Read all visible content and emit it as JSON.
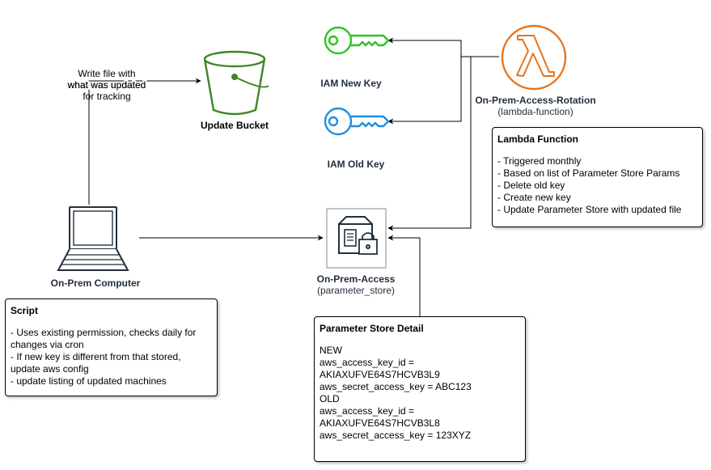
{
  "nodes": {
    "update_bucket": {
      "label": "Update Bucket"
    },
    "iam_new_key": {
      "label": "IAM New Key"
    },
    "iam_old_key": {
      "label": "IAM Old Key"
    },
    "lambda": {
      "label": "On-Prem-Access-Rotation",
      "sublabel": "(lambda-function)"
    },
    "on_prem_computer": {
      "label": "On-Prem Computer"
    },
    "parameter_store": {
      "label": "On-Prem-Access",
      "sublabel": "(parameter_store)"
    }
  },
  "edge_labels": {
    "write_file": [
      "Write file with",
      "what was updated",
      "for tracking"
    ]
  },
  "notes": {
    "lambda_function": {
      "title": "Lambda Function",
      "lines": [
        "- Triggered monthly",
        "- Based on list of Parameter Store Params",
        "- Delete old key",
        "- Create new key",
        "- Update Parameter Store with updated file"
      ]
    },
    "script": {
      "title": "Script",
      "lines": [
        "- Uses existing permission, checks daily for",
        "changes via cron",
        "- If new key is different from that stored,",
        "update aws config",
        "- update listing of updated machines"
      ]
    },
    "parameter_store_detail": {
      "title": "Parameter Store Detail",
      "lines": [
        "NEW",
        "aws_access_key_id =",
        "AKIAXUFVE64S7HCVB3L9",
        "aws_secret_access_key = ABC123",
        "OLD",
        "aws_access_key_id =",
        "AKIAXUFVE64S7HCVB3L8",
        "aws_secret_access_key = 123XYZ"
      ]
    }
  },
  "colors": {
    "s3_green": "#3f8624",
    "iam_new_green": "#2ec420",
    "iam_old_blue": "#1f8fe0",
    "lambda_orange": "#e8731d",
    "edge": "#000000",
    "icon_gray": "#232f3e"
  }
}
